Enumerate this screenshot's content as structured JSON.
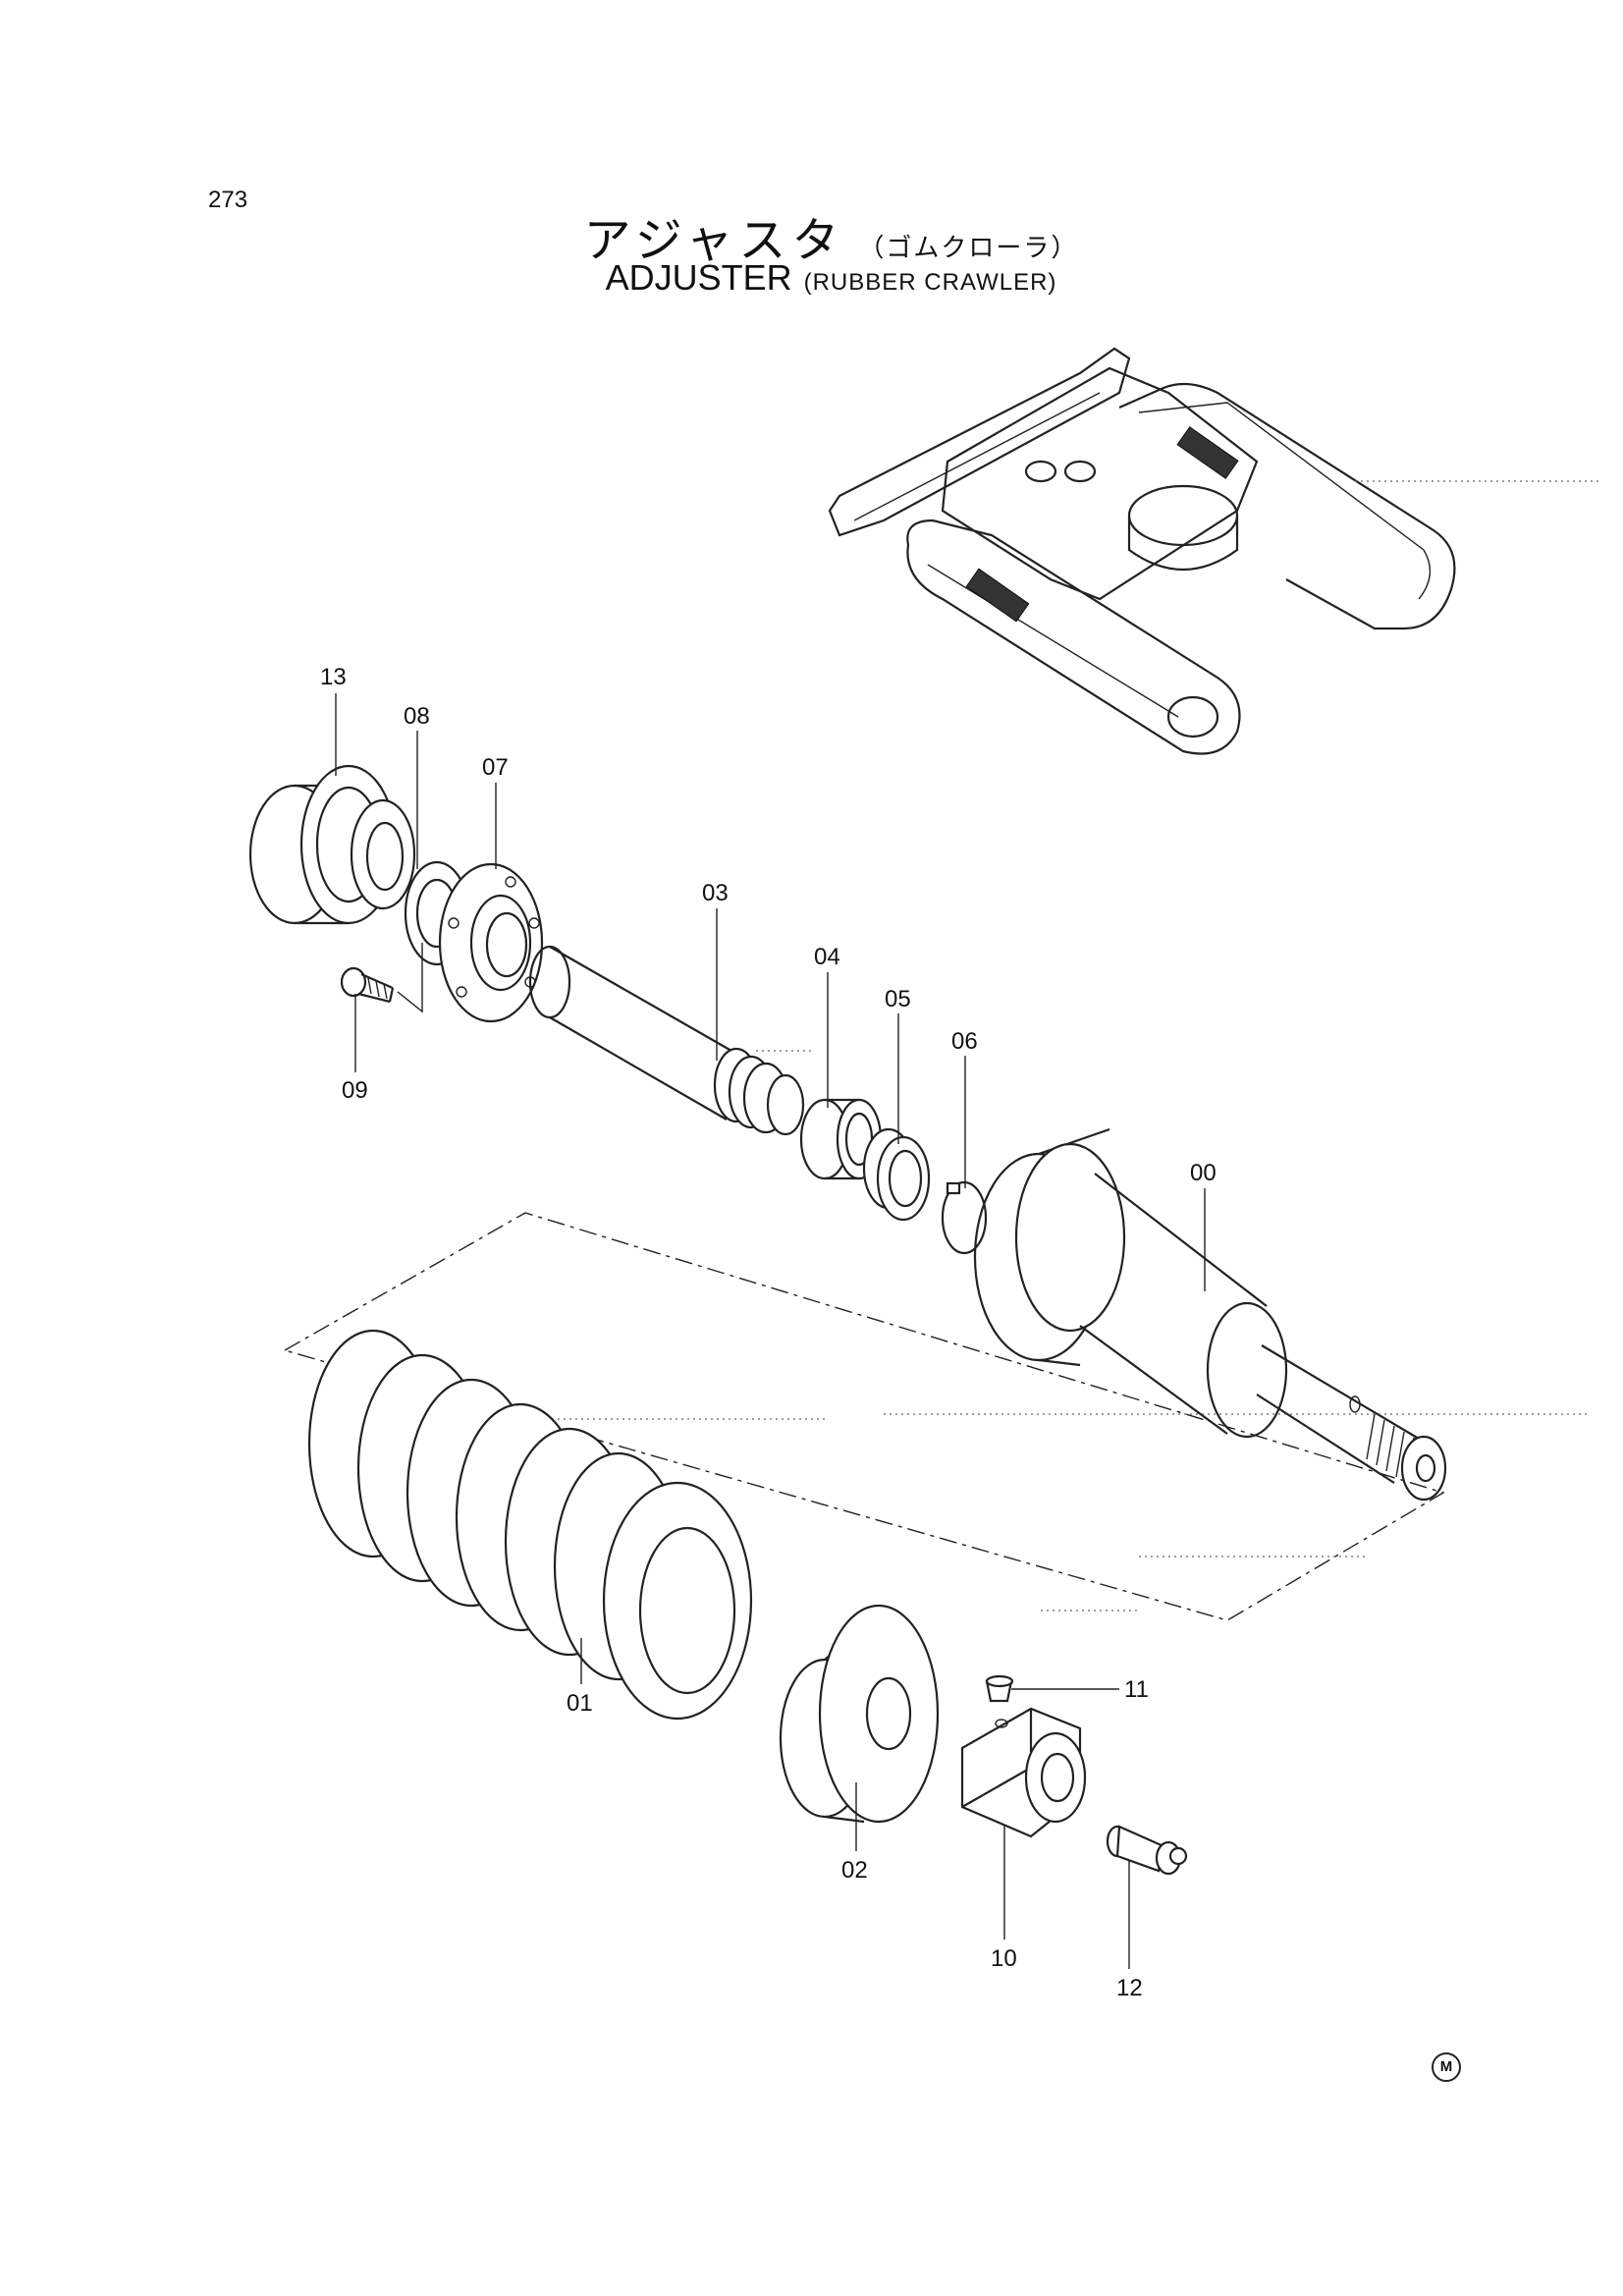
{
  "page": {
    "number": "273"
  },
  "title": {
    "jp": "アジャスタ",
    "jp_sub": "（ゴムクローラ）",
    "en": "ADJUSTER",
    "en_sub": "(RUBBER CRAWLER)"
  },
  "callouts": {
    "p00": "00",
    "p01": "01",
    "p02": "02",
    "p03": "03",
    "p04": "04",
    "p05": "05",
    "p06": "06",
    "p07": "07",
    "p08": "08",
    "p09": "09",
    "p10": "10",
    "p11": "11",
    "p12": "12",
    "p13": "13"
  },
  "mark": "M"
}
